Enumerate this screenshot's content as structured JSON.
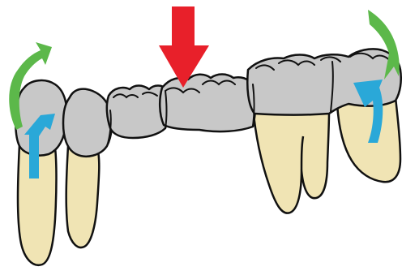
{
  "diagram": {
    "colors": {
      "background": "#ffffff",
      "outline": "#111111",
      "crown_gray": "#c8c8c8",
      "root_ivory": "#f0e4b4",
      "force_arrow_red": "#e8202a",
      "rotation_arrow_green": "#5cb84a",
      "movement_arrow_blue": "#2aa8d8"
    },
    "icons": {
      "force": "down-arrow",
      "rotation_left": "curved-arrow",
      "rotation_right": "curved-arrow",
      "movement_left": "up-arrow",
      "movement_right": "up-arrow"
    }
  }
}
